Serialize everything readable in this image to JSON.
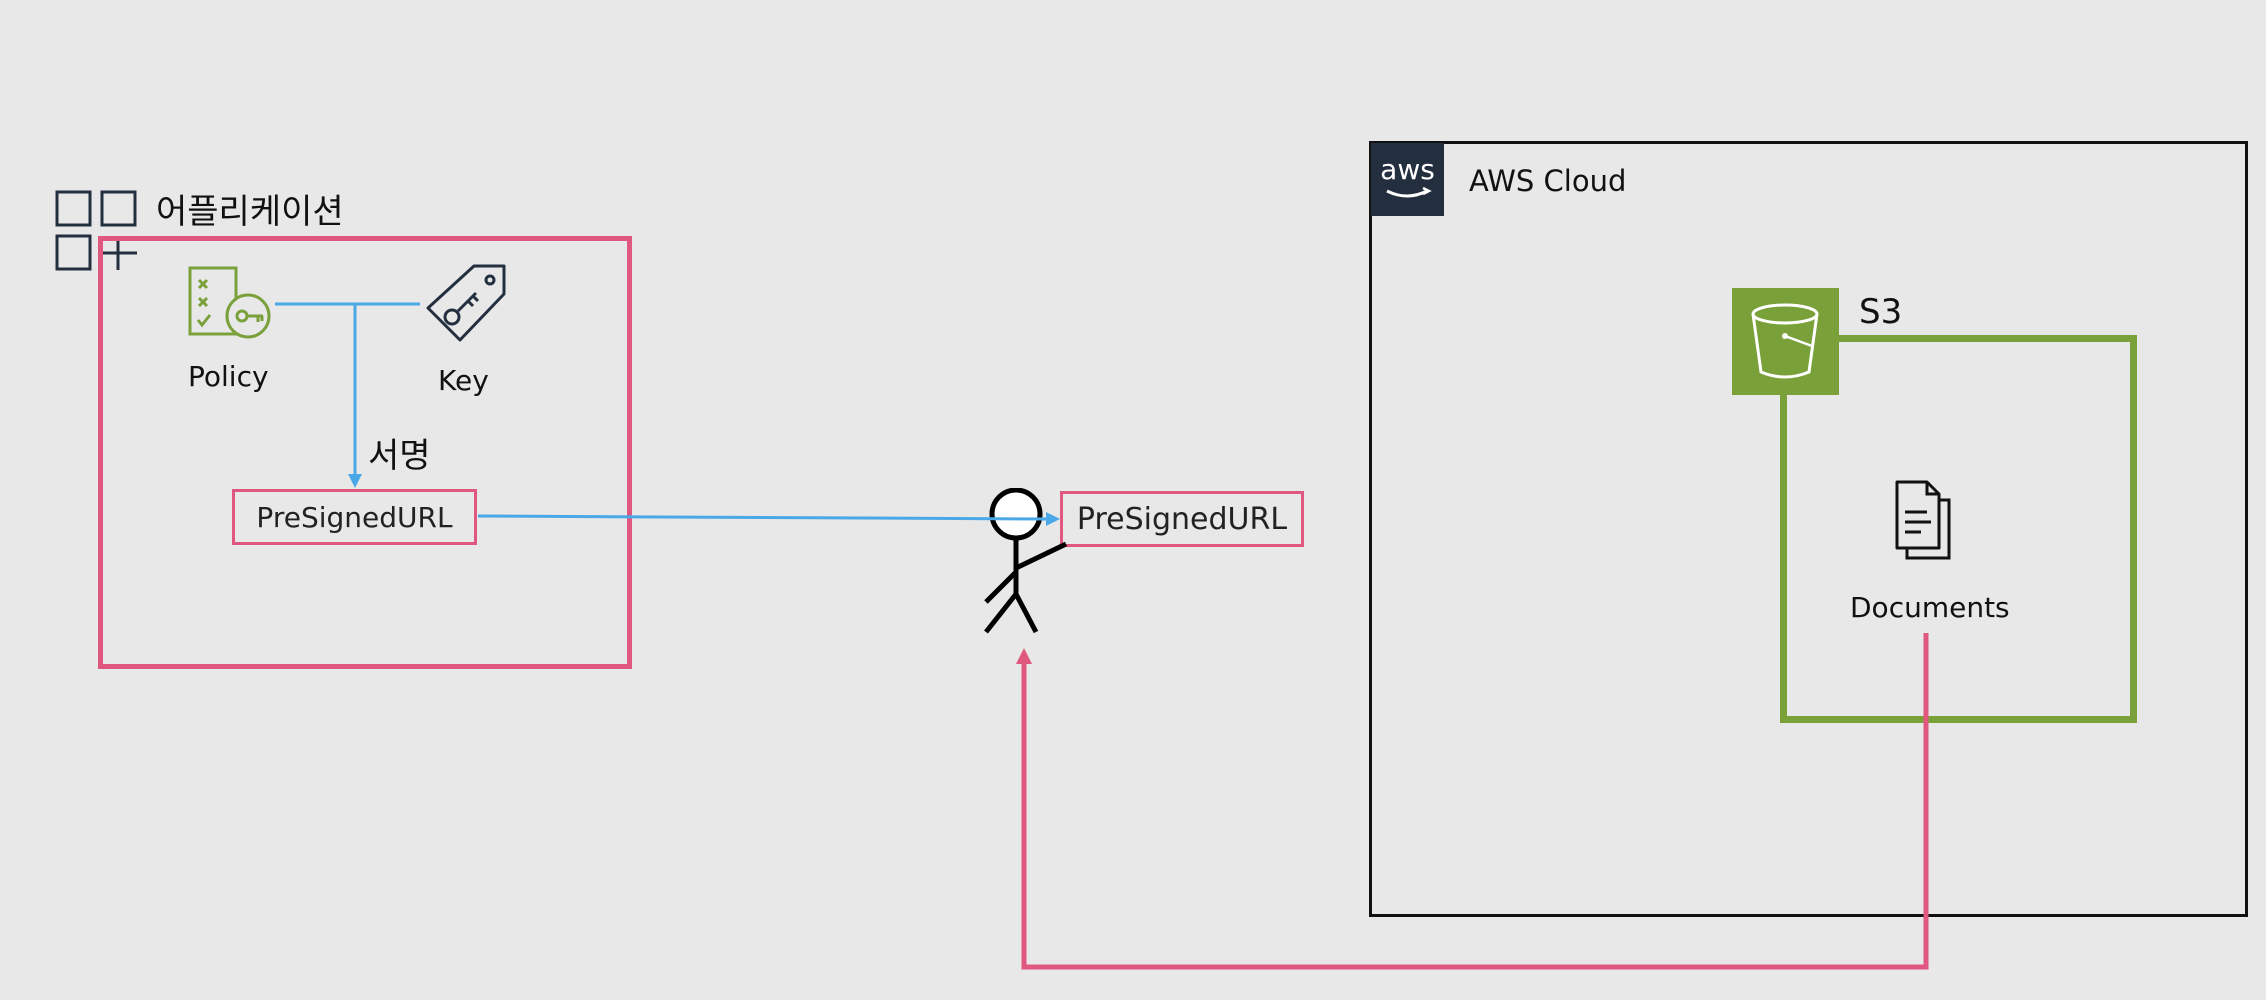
{
  "application": {
    "title": "어플리케이션",
    "policy_label": "Policy",
    "key_label": "Key",
    "sign_label": "서명",
    "presigned_url_label": "PreSignedURL"
  },
  "user": {
    "presigned_url_label": "PreSignedURL"
  },
  "aws": {
    "cloud_label": "AWS Cloud",
    "logo_text": "aws",
    "s3_label": "S3",
    "documents_label": "Documents"
  },
  "colors": {
    "pink": "#e0577f",
    "blue": "#4aa8e6",
    "green": "#7aa03a",
    "aws_dark": "#232f3e"
  },
  "icons": [
    "app-grid-icon",
    "policy-icon",
    "key-tag-icon",
    "stick-figure-icon",
    "aws-logo-icon",
    "s3-bucket-icon",
    "documents-icon"
  ]
}
